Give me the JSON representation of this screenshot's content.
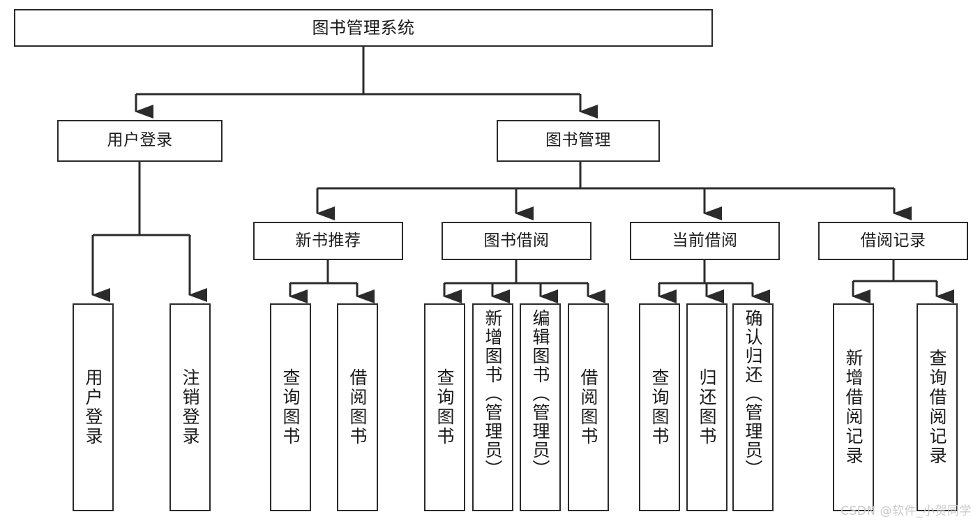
{
  "diagram": {
    "title": "图书管理系统",
    "watermark": "CSDN @软件_小贺同学",
    "root": {
      "label": "图书管理系统"
    },
    "level2": [
      {
        "label": "用户登录"
      },
      {
        "label": "图书管理"
      }
    ],
    "level3": [
      {
        "label": "新书推荐"
      },
      {
        "label": "图书借阅"
      },
      {
        "label": "当前借阅"
      },
      {
        "label": "借阅记录"
      }
    ],
    "leaves": {
      "user_login": [
        {
          "label": "用户登录"
        },
        {
          "label": "注销登录"
        }
      ],
      "new_book": [
        {
          "label": "查询图书"
        },
        {
          "label": "借阅图书"
        }
      ],
      "book_borrow": [
        {
          "label": "查询图书"
        },
        {
          "label": "新增图书（管理员）"
        },
        {
          "label": "编辑图书（管理员）"
        },
        {
          "label": "借阅图书"
        }
      ],
      "current_borrow": [
        {
          "label": "查询图书"
        },
        {
          "label": "归还图书"
        },
        {
          "label": "确认归还（管理员）"
        }
      ],
      "borrow_record": [
        {
          "label": "新增借阅记录"
        },
        {
          "label": "查询借阅记录"
        }
      ]
    }
  },
  "colors": {
    "stroke": "#2b2b2b",
    "fill": "#ffffff",
    "text": "#1a1a1a",
    "watermark": "#c9c9c9"
  }
}
